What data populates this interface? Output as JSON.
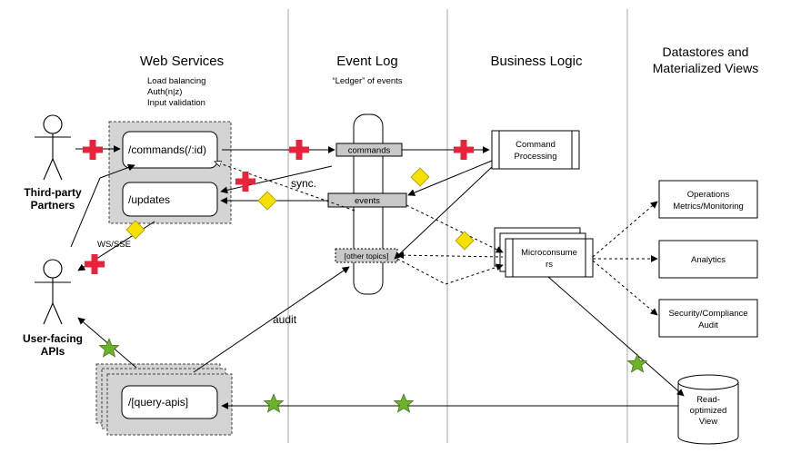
{
  "columns": {
    "web_services": "Web Services",
    "event_log": "Event Log",
    "business_logic": "Business Logic",
    "datastores_line1": "Datastores and",
    "datastores_line2": "Materialized Views"
  },
  "web_services_notes": [
    "Load balancing",
    "Auth(n|z)",
    "Input validation"
  ],
  "event_log_note": "“Ledger” of events",
  "actors": {
    "third_party_line1": "Third-party",
    "third_party_line2": "Partners",
    "user_facing_line1": "User-facing",
    "user_facing_line2": "APIs"
  },
  "web_boxes": {
    "commands": "/commands(/:id)",
    "updates": "/updates",
    "query_apis": "/[query-apis]"
  },
  "topics": {
    "commands": "commands",
    "events": "events",
    "other": "[other topics]"
  },
  "business": {
    "command_processing_line1": "Command",
    "command_processing_line2": "Processing",
    "microconsumers_line1": "Microconsume",
    "microconsumers_line2": "rs"
  },
  "datastores": {
    "ops_line1": "Operations",
    "ops_line2": "Metrics/Monitoring",
    "analytics": "Analytics",
    "security_line1": "Security/Compliance",
    "security_line2": "Audit",
    "read_view_line1": "Read-",
    "read_view_line2": "optimized",
    "read_view_line3": "View"
  },
  "edge_labels": {
    "sync": "sync.",
    "ws_sse": "WS/SSE",
    "audit": "audit"
  },
  "colors": {
    "cross": "#e8243c",
    "diamond": "#f5e000",
    "star": "#6cb22a",
    "gray_panel": "#d4d4d4",
    "topic_fill": "#c8c8c8",
    "divider": "#b4b4b4"
  },
  "icons": {
    "command_marker": "red-cross-icon",
    "event_marker": "yellow-diamond-icon",
    "query_marker": "green-star-icon",
    "actor": "stick-figure-icon",
    "datastore": "cylinder-icon"
  }
}
